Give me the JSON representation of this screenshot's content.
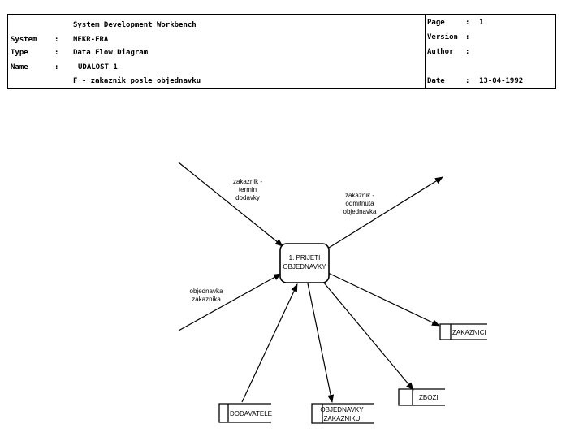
{
  "header": {
    "workbench": "System Development Workbench",
    "system_label": "System",
    "system_sep": ":",
    "system_value": "NEKR-FRA",
    "type_label": "Type",
    "type_sep": ":",
    "type_value": "Data Flow Diagram",
    "name_label": "Name",
    "name_sep": ":",
    "name_value": "UDALOST 1",
    "description": "F - zakaznik posle objednavku",
    "page_label": "Page",
    "page_sep": ":",
    "page_value": "1",
    "version_label": "Version",
    "version_sep": ":",
    "version_value": "",
    "author_label": "Author",
    "author_sep": ":",
    "author_value": "",
    "date_label": "Date",
    "date_sep": ":",
    "date_value": "13-04-1992"
  },
  "diagram": {
    "process": {
      "line1": "1. PRIJETI",
      "line2": "OBJEDNAVKY"
    },
    "stores": {
      "zakaznici": "ZAKAZNICI",
      "zbozi": "ZBOZI",
      "dodavatele": "DODAVATELE",
      "objednavky_1": "OBJEDNAVKY",
      "objednavky_2": "ZAKAZNIKU"
    },
    "flows": {
      "in_top": [
        "zakaznik -",
        "termin",
        "dodavky"
      ],
      "out_top": [
        "zakaznik -",
        "odmitnuta",
        "objednavka"
      ],
      "in_left": [
        "objednavka",
        "zakaznika"
      ]
    }
  }
}
